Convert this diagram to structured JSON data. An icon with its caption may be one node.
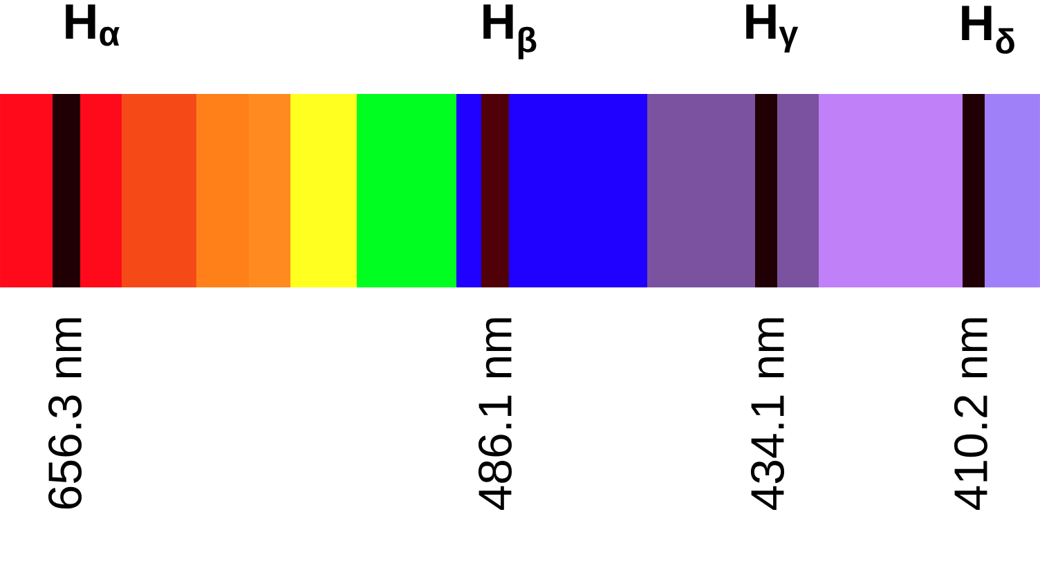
{
  "diagram": {
    "labels": [
      "H$_{α}$",
      "H$_{β}$",
      "H$_{γ}$",
      "H$_{δ}$",
      "656.3 nm",
      "486.1 nm",
      "434.1 nm",
      "410.2 nm"
    ]
  }
}
